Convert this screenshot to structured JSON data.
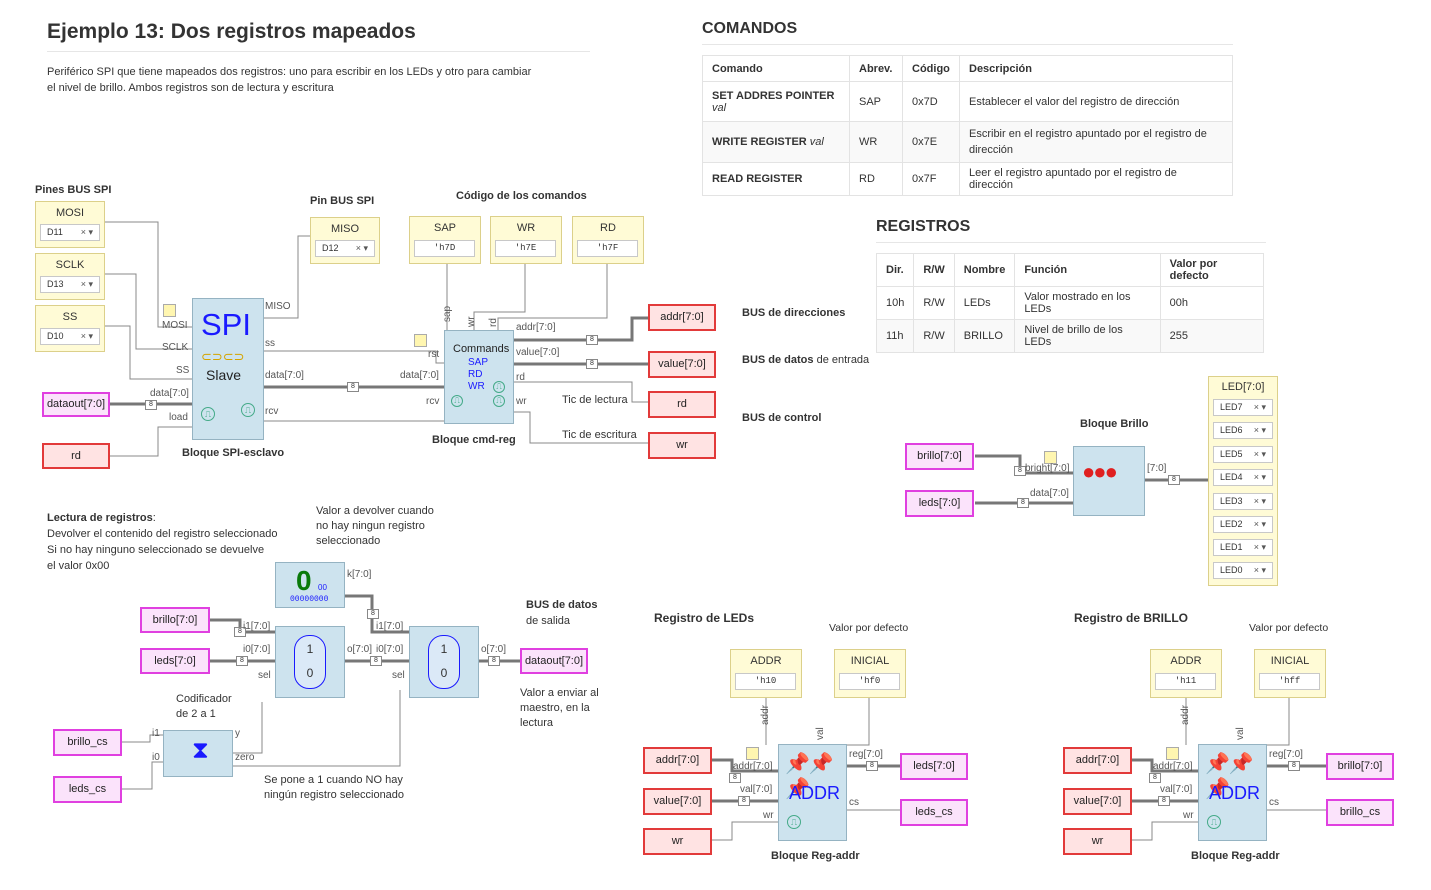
{
  "page": {
    "title": "Ejemplo 13: Dos registros mapeados",
    "description_1": "Periférico SPI que tiene mapeados dos registros: uno para escribir en los LEDs y otro para cambiar",
    "description_2": "el nivel de brillo. Ambos registros son de lectura y escritura"
  },
  "commands": {
    "heading": "COMANDOS",
    "headers": [
      "Comando",
      "Abrev.",
      "Código",
      "Descripción"
    ],
    "rows": [
      {
        "cmd": "SET ADDRES POINTER",
        "arg": "val",
        "abbr": "SAP",
        "code": "0x7D",
        "desc": "Establecer el valor del registro de dirección"
      },
      {
        "cmd": "WRITE REGISTER",
        "arg": "val",
        "abbr": "WR",
        "code": "0x7E",
        "desc": "Escribir en el registro apuntado por el registro de dirección"
      },
      {
        "cmd": "READ REGISTER",
        "arg": "",
        "abbr": "RD",
        "code": "0x7F",
        "desc": "Leer el registro apuntado por el registro de dirección"
      }
    ]
  },
  "registers": {
    "heading": "REGISTROS",
    "headers": [
      "Dir.",
      "R/W",
      "Nombre",
      "Función",
      "Valor por defecto"
    ],
    "rows": [
      {
        "dir": "10h",
        "rw": "R/W",
        "name": "LEDs",
        "func": "Valor mostrado en los LEDs",
        "def": "00h"
      },
      {
        "dir": "11h",
        "rw": "R/W",
        "name": "BRILLO",
        "func": "Nivel de brillo de los LEDs",
        "def": "255"
      }
    ]
  },
  "diagram": {
    "pins_spi_label": "Pines BUS SPI",
    "pin_miso_label": "Pin BUS SPI",
    "cmd_codes_label": "Código de los comandos",
    "pins": [
      {
        "name": "MOSI",
        "value": "D11"
      },
      {
        "name": "SCLK",
        "value": "D13"
      },
      {
        "name": "SS",
        "value": "D10"
      },
      {
        "name": "MISO",
        "value": "D12"
      }
    ],
    "consts": [
      {
        "name": "SAP",
        "value": "'h7D"
      },
      {
        "name": "WR",
        "value": "'h7E"
      },
      {
        "name": "RD",
        "value": "'h7F"
      }
    ],
    "spi_block": {
      "title": "SPI",
      "subtitle": "Slave",
      "caption": "Bloque SPI-esclavo",
      "ports_in": [
        "MOSI",
        "SCLK",
        "SS",
        "data[7:0]",
        "load"
      ],
      "ports_out": [
        "MISO",
        "ss",
        "data[7:0]",
        "rcv"
      ]
    },
    "cmd_block": {
      "title": "Commands",
      "l1": "SAP",
      "l2": "RD",
      "l3": "WR",
      "caption": "Bloque cmd-reg",
      "ports_top": [
        "sap",
        "wr",
        "rd"
      ],
      "ports_in": [
        "rst",
        "data[7:0]",
        "rcv"
      ],
      "ports_out": [
        "addr[7:0]",
        "value[7:0]",
        "rd",
        "wr"
      ]
    },
    "tags": {
      "dataout_in": "dataout[7:0]",
      "rd_in": "rd",
      "addr_out": "addr[7:0]",
      "value_out": "value[7:0]",
      "rd_out": "rd",
      "wr_out": "wr",
      "brillo_in": "brillo[7:0]",
      "leds_in": "leds[7:0]",
      "brillo_cs": "brillo_cs",
      "leds_cs": "leds_cs",
      "dataout_out": "dataout[7:0]",
      "brillo_in2": "brillo[7:0]",
      "leds_in2": "leds[7:0]",
      "addr_r1": "addr[7:0]",
      "value_r1": "value[7:0]",
      "wr_r1": "wr",
      "leds_out": "leds[7:0]",
      "leds_cs_out": "leds_cs",
      "addr_r2": "addr[7:0]",
      "value_r2": "value[7:0]",
      "wr_r2": "wr",
      "brillo_out": "brillo[7:0]",
      "brillo_cs_out": "brillo_cs"
    },
    "bus_labels": {
      "addr": "BUS de direcciones",
      "data_in_bold": "BUS de datos",
      "data_in_rest": " de entrada",
      "control": "BUS de control",
      "tic_lectura": "Tic de lectura",
      "tic_escritura": "Tic de escritura",
      "data_out_1": "BUS de datos",
      "data_out_2": "de salida"
    },
    "read_section": {
      "heading": "Lectura de registros",
      "l1": "Devolver el contenido del registro seleccionado",
      "l2": "Si no hay ninguno seleccionado se devuelve",
      "l3": "el valor 0x00",
      "default_note_1": "Valor a devolver cuando",
      "default_note_2": "no hay ningun registro",
      "default_note_3": "seleccionado",
      "const_digit": "0",
      "const_hex": "00",
      "const_bin": "00000000",
      "k_label": "k[7:0]",
      "mux_top": "1",
      "mux_bot": "0",
      "encoder_label_1": "Codificador",
      "encoder_label_2": "de 2 a 1",
      "zero_note_1": "Se pone a 1 cuando NO hay",
      "zero_note_2": "ningún registro seleccionado",
      "out_note_1": "Valor a enviar al",
      "out_note_2": "maestro, en la",
      "out_note_3": "lectura",
      "ports": {
        "i1": "i1[7:0]",
        "i0": "i0[7:0]",
        "sel": "sel",
        "o": "o[7:0]",
        "enc_i1": "i1",
        "enc_i0": "i0",
        "enc_y": "y",
        "enc_zero": "zero"
      }
    },
    "brightness": {
      "caption": "Bloque Brillo",
      "port_bright": "bright[7:0]",
      "port_data": "data[7:0]",
      "port_out": "[7:0]",
      "led_group": "LED[7:0]",
      "leds": [
        "LED7",
        "LED6",
        "LED5",
        "LED4",
        "LED3",
        "LED2",
        "LED1",
        "LED0"
      ]
    },
    "reg_leds": {
      "heading": "Registro de LEDs",
      "default_label": "Valor por defecto",
      "addr_name": "ADDR",
      "addr_val": "'h10",
      "init_name": "INICIAL",
      "init_val": "'hf0",
      "block_title": "ADDR",
      "caption": "Bloque Reg-addr",
      "ports": {
        "addr": "addr[7:0]",
        "val": "val[7:0]",
        "wr": "wr",
        "reg": "reg[7:0]",
        "cs": "cs",
        "top_addr": "addr",
        "top_val": "val"
      }
    },
    "reg_brillo": {
      "heading": "Registro de BRILLO",
      "default_label": "Valor por defecto",
      "addr_name": "ADDR",
      "addr_val": "'h11",
      "init_name": "INICIAL",
      "init_val": "'hff",
      "block_title": "ADDR",
      "caption": "Bloque Reg-addr",
      "ports": {
        "addr": "addr[7:0]",
        "val": "val[7:0]",
        "wr": "wr",
        "reg": "reg[7:0]",
        "cs": "cs",
        "top_addr": "addr",
        "top_val": "val"
      }
    },
    "bus_width": "8"
  }
}
